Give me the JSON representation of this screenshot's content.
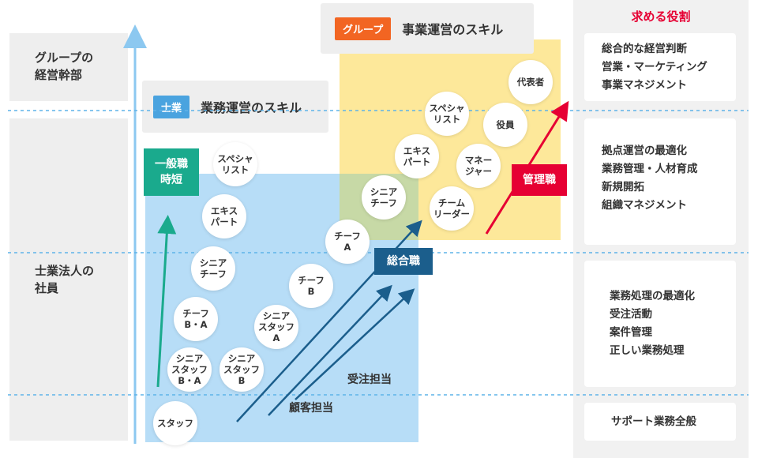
{
  "left_labels": {
    "group_exec": "グループの\n経営幹部",
    "member": "士業法人の\n社員"
  },
  "headers": {
    "group": {
      "tag": "グループ",
      "title": "事業運営のスキル"
    },
    "shigyo": {
      "tag": "士業",
      "title": "業務運営のスキル"
    }
  },
  "right_column": {
    "title": "求める役割",
    "boxes": [
      "総合的な経営判断\n営業・マーケティング\n事業マネジメント",
      "拠点運営の最適化\n業務管理・人材育成\n新規開拓\n組織マネジメント",
      "業務処理の最適化\n受注活動\n案件管理\n正しい業務処理",
      "サポート業務全般"
    ]
  },
  "circles": {
    "daihyo": "代表者",
    "yakuin": "役員",
    "spec_group": "スペシャ\nリスト",
    "expert_group": "エキス\nパート",
    "manager": "マネー\nジャー",
    "team_leader": "チーム\nリーダー",
    "senior_chief_group": "シニア\nチーフ",
    "chief_a": "チーフ\nA",
    "chief_b": "チーフ\nB",
    "senior_staff_a": "シニア\nスタッフ\nA",
    "senior_staff_b": "シニア\nスタッフ\nB",
    "staff": "スタッフ",
    "spec_shigyo": "スペシャ\nリスト",
    "expert_shigyo": "エキス\nパート",
    "senior_chief_shigyo": "シニア\nチーフ",
    "chief_ba": "チーフ\nB・A",
    "senior_staff_ba": "シニア\nスタッフ\nB・A"
  },
  "career_labels": {
    "ippan": "一般職\n時短",
    "kanri": "管理職",
    "sogo": "総合職",
    "juchu": "受注担当",
    "kokyaku": "顧客担当"
  },
  "colors": {
    "group_accent": "#f26522",
    "shigyo_accent": "#4aa3df",
    "ippan": "#1aaa8d",
    "kanri": "#e60033",
    "sogo": "#1b5e8c",
    "group_zone": "#fde89a",
    "shigyo_zone": "#b7ddf7",
    "overlap_zone": "#c7d9a6",
    "axis": "#8cc8f0"
  }
}
